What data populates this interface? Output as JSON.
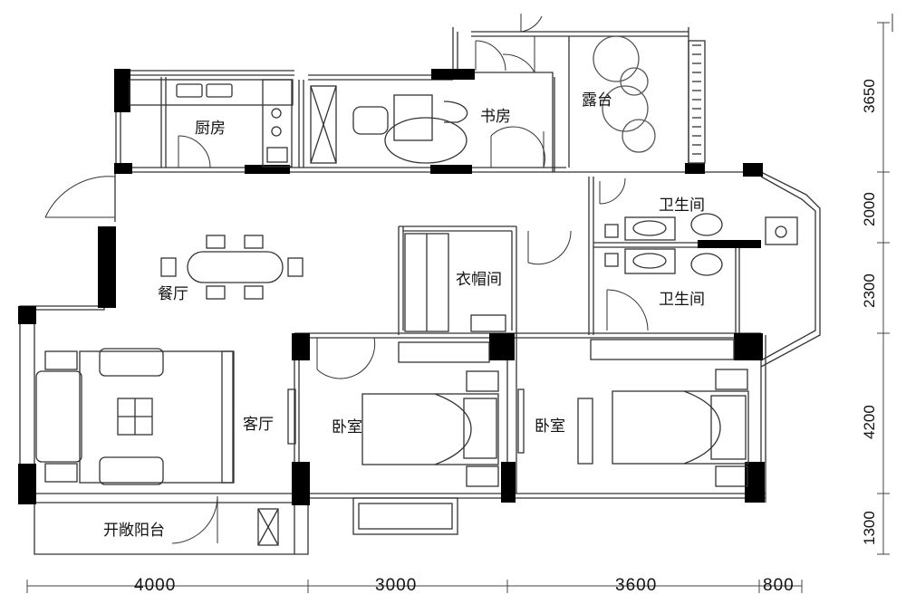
{
  "rooms": {
    "kitchen": "厨房",
    "study": "书房",
    "terrace": "露台",
    "bath_upper": "卫生间",
    "bath_lower": "卫生间",
    "dining": "餐厅",
    "cloakroom": "衣帽间",
    "living": "客厅",
    "bedroom_middle": "卧室",
    "bedroom_right": "卧室",
    "balcony": "开敞阳台"
  },
  "dimensions": {
    "bottom": [
      "4000",
      "3000",
      "3600",
      "800"
    ],
    "right": [
      "3650",
      "2000",
      "2300",
      "4200",
      "1300"
    ]
  }
}
